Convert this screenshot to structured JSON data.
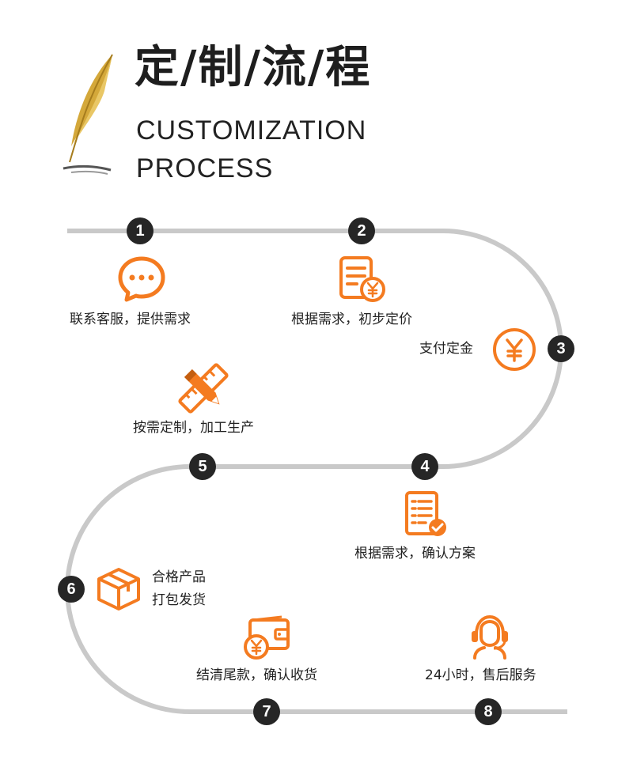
{
  "header": {
    "title_cn": "定/制/流/程",
    "title_en_line1": "CUSTOMIZATION",
    "title_en_line2": "PROCESS"
  },
  "steps": [
    {
      "num": "1",
      "label": "联系客服，提供需求",
      "icon": "chat-bubble-icon"
    },
    {
      "num": "2",
      "label": "根据需求，初步定价",
      "icon": "price-document-icon"
    },
    {
      "num": "3",
      "label": "支付定金",
      "icon": "yuan-coin-icon"
    },
    {
      "num": "4",
      "label": "根据需求，确认方案",
      "icon": "checklist-document-icon"
    },
    {
      "num": "5",
      "label": "按需定制，加工生产",
      "icon": "pencil-ruler-icon"
    },
    {
      "num": "6",
      "label_line1": "合格产品",
      "label_line2": "打包发货",
      "icon": "package-box-icon"
    },
    {
      "num": "7",
      "label": "结清尾款，确认收货",
      "icon": "wallet-yuan-icon"
    },
    {
      "num": "8",
      "label": "24小时，售后服务",
      "icon": "headset-agent-icon"
    }
  ],
  "colors": {
    "accent": "#f47b20",
    "path": "#c9c9c9",
    "badge": "#262626",
    "quill": "#d4a83a"
  }
}
